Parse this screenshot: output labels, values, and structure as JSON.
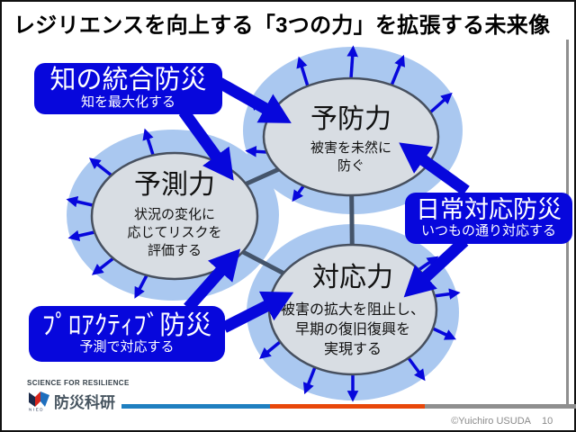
{
  "title": "レジリエンスを向上する「3つの力」を拡張する未来像",
  "colors": {
    "accent_blue": "#0707dc",
    "halo_blue": "#aac8f0",
    "ellipse_fill": "#d8dde3",
    "ellipse_border": "#47505f",
    "connector": "#44546a",
    "line_blue": "#1f7fc0",
    "line_orange": "#e8470a",
    "line_gray": "#8f8f8f"
  },
  "nodes": {
    "prevention": {
      "title": "予防力",
      "line1": "被害を未然に",
      "line2": "防ぐ"
    },
    "prediction": {
      "title": "予測力",
      "line1": "状況の変化に",
      "line2": "応じてリスクを",
      "line3": "評価する"
    },
    "response": {
      "title": "対応力",
      "line1": "被害の拡大を阻止し、",
      "line2": "早期の復旧復興を",
      "line3": "実現する"
    }
  },
  "labels": {
    "knowledge": {
      "title": "知の統合防災",
      "subtitle": "知を最大化する"
    },
    "daily": {
      "title": "日常対応防災",
      "subtitle": "いつもの通り対応する"
    },
    "proactive": {
      "title": "ﾌﾟﾛｱｸﾃｨﾌﾞ防災",
      "subtitle": "予測で対応する"
    }
  },
  "footer": {
    "tagline": "SCIENCE FOR RESILIENCE",
    "org": "防災科研",
    "logo": "NIED",
    "credit": "©Yuichiro USUDA",
    "page": "10"
  }
}
